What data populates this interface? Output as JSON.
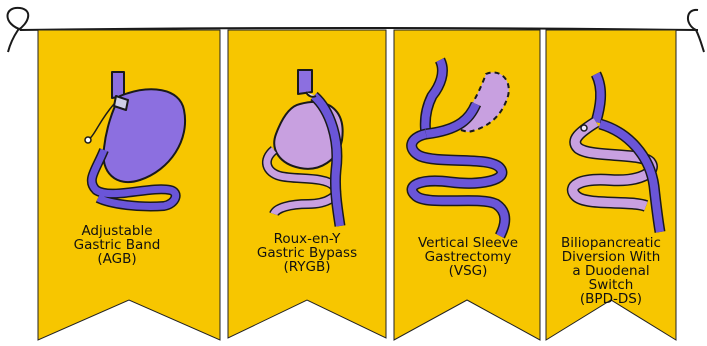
{
  "colors": {
    "banner": "#f7c600",
    "banner_stroke": "#222222",
    "organ_purple": "#8c6fe0",
    "organ_dark": "#6a55d8",
    "organ_light": "#c8a0e0",
    "outline": "#1a1a1a"
  },
  "banners": [
    {
      "lines": [
        "Adjustable",
        "Gastric Band",
        "(AGB)"
      ]
    },
    {
      "lines": [
        "Roux-en-Y",
        "Gastric Bypass",
        "(RYGB)"
      ]
    },
    {
      "lines": [
        "Vertical Sleeve",
        "Gastrectomy",
        "(VSG)"
      ]
    },
    {
      "lines": [
        "Biliopancreatic",
        "Diversion With",
        "a Duodenal",
        "Switch",
        "(BPD-DS)"
      ]
    }
  ]
}
